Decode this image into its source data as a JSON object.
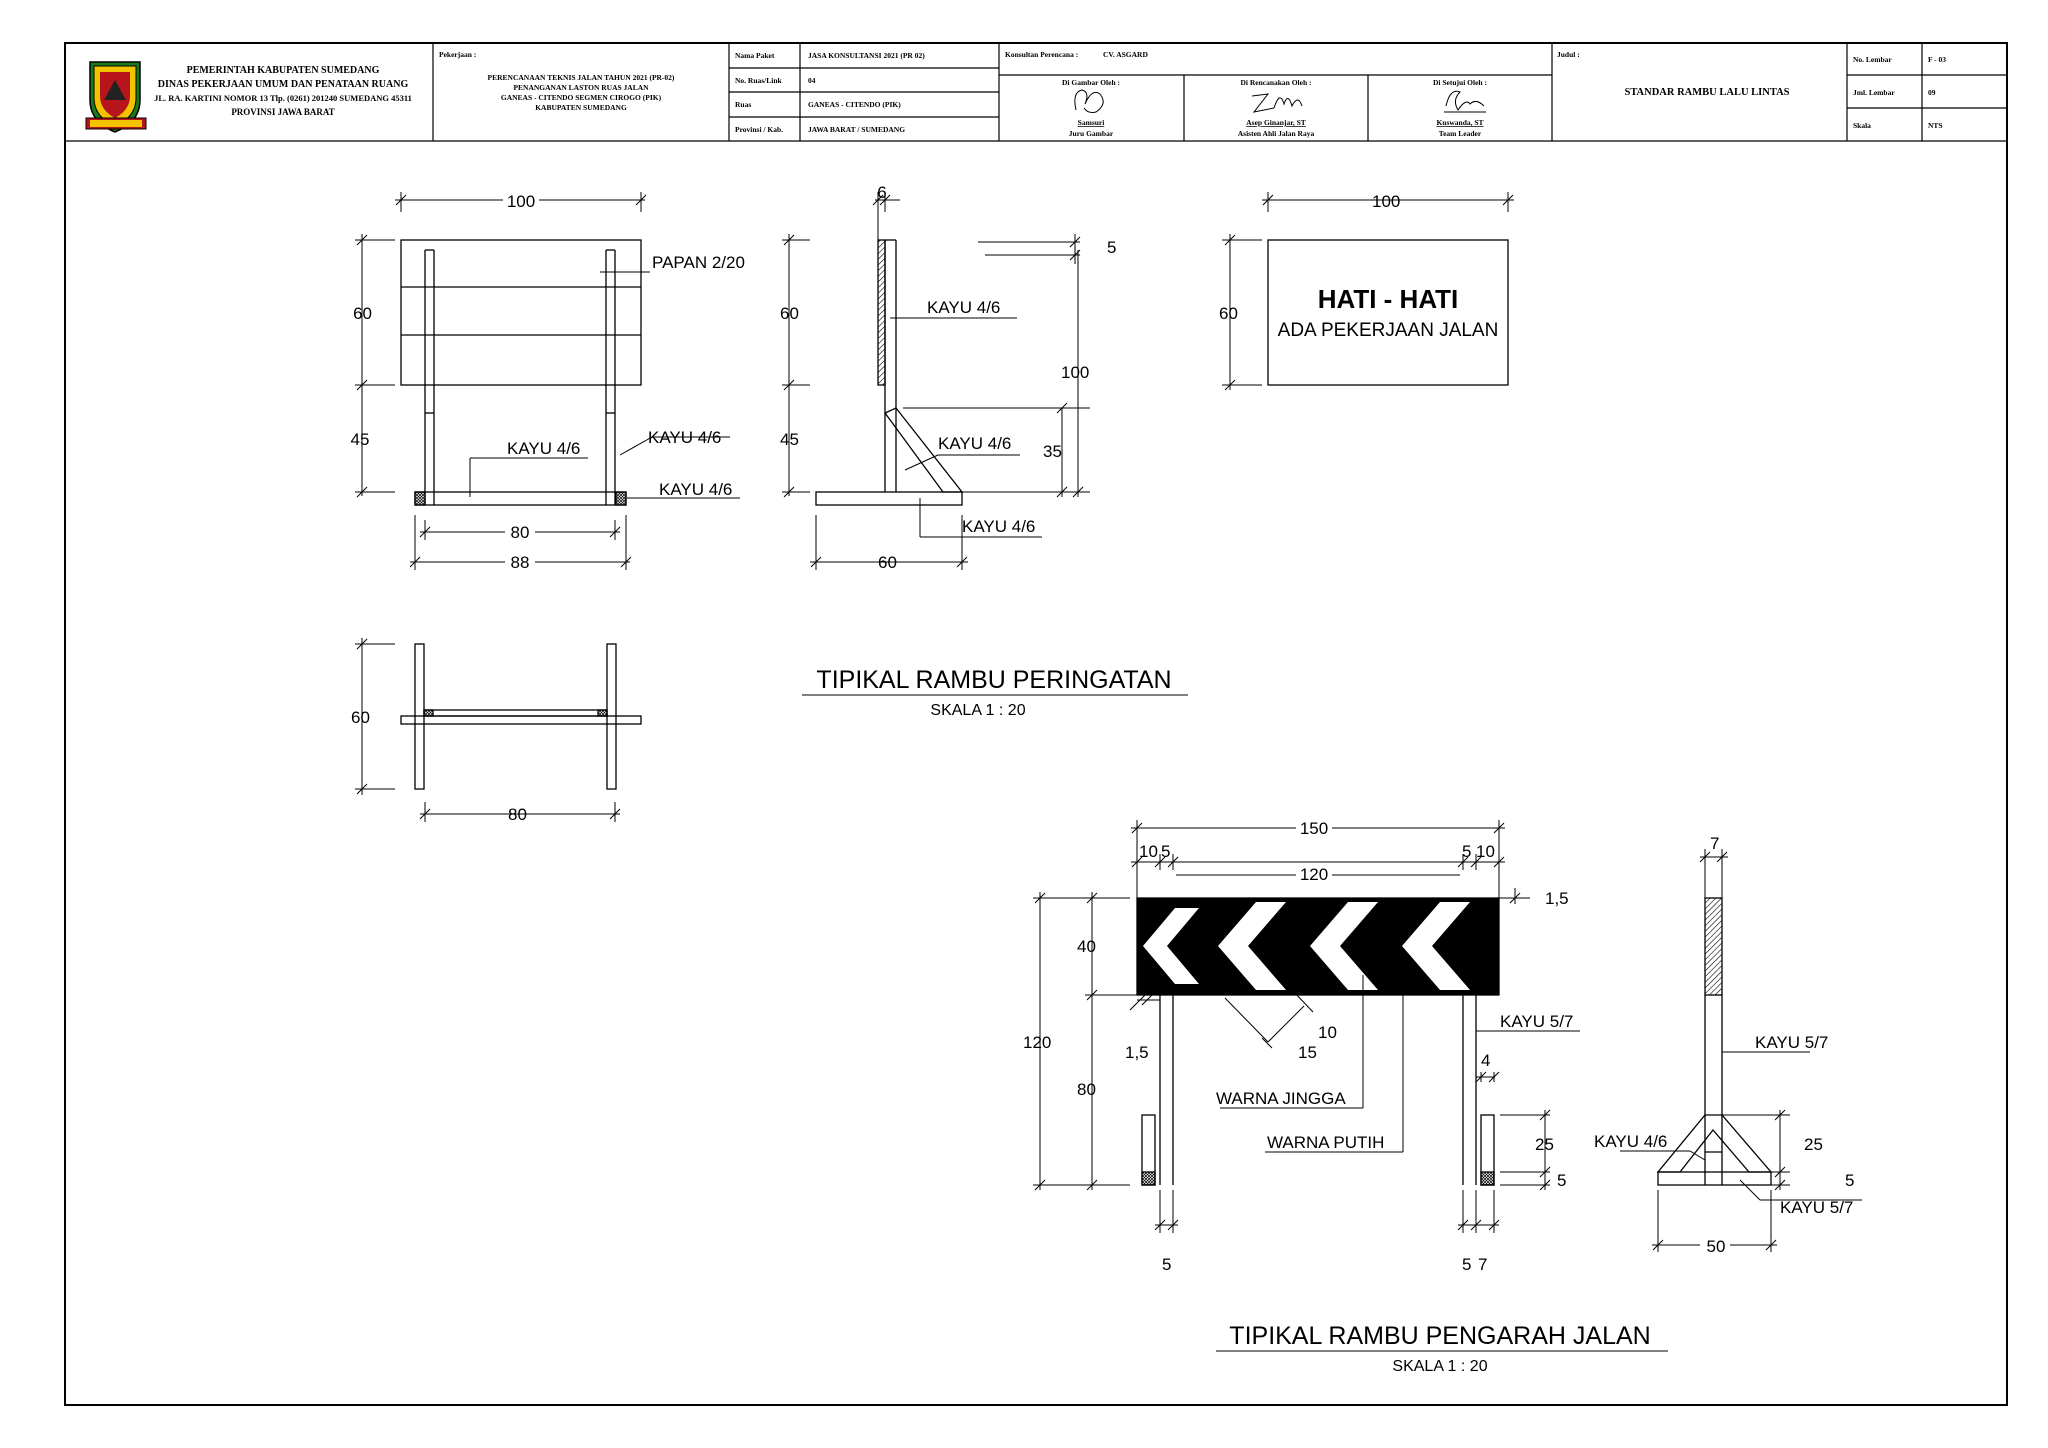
{
  "title_block": {
    "agency": {
      "line1": "PEMERINTAH KABUPATEN SUMEDANG",
      "line2": "DINAS PEKERJAAN UMUM DAN PENATAAN RUANG",
      "line3": "JL. RA. KARTINI NOMOR 13 Tlp. (0261) 201240 SUMEDANG 45311",
      "line4": "PROVINSI JAWA BARAT"
    },
    "pekerjaan": {
      "label": "Pekerjaan :",
      "line1": "PERENCANAAN TEKNIS JALAN TAHUN 2021 (PR-02)",
      "line2": "PENANGANAN LASTON RUAS JALAN",
      "line3": "GANEAS - CITENDO SEGMEN CIROGO (PIK)",
      "line4": "KABUPATEN SUMEDANG"
    },
    "info": [
      {
        "label": "Nama Paket",
        "value": "JASA KONSULTANSI 2021 (PR 02)"
      },
      {
        "label": "No. Ruas/Link",
        "value": "04"
      },
      {
        "label": "Ruas",
        "value": "GANEAS - CITENDO (PIK)"
      },
      {
        "label": "Provinsi / Kab.",
        "value": "JAWA BARAT / SUMEDANG"
      }
    ],
    "konsultan": {
      "label": "Konsultan Perencana :",
      "value": "CV. ASGARD"
    },
    "signatures": [
      {
        "heading": "Di Gambar Oleh :",
        "name": "Samsuri",
        "role": "Juru Gambar"
      },
      {
        "heading": "Di Rencanakan Oleh :",
        "name": "Asep Ginanjar, ST",
        "role": "Asisten Ahli Jalan Raya"
      },
      {
        "heading": "Di Setujui Oleh :",
        "name": "Kuswanda, ST",
        "role": "Team Leader"
      }
    ],
    "judul": {
      "label": "Judul :",
      "value": "STANDAR RAMBU LALU LINTAS"
    },
    "sheet_info": [
      {
        "label": "No. Lembar",
        "value": "F - 03"
      },
      {
        "label": "Jml. Lembar",
        "value": "09"
      },
      {
        "label": "Skala",
        "value": "NTS"
      }
    ]
  },
  "drawing1": {
    "title": "TIPIKAL RAMBU PERINGATAN",
    "scale": "SKALA 1 : 20",
    "front": {
      "dims": {
        "width_top": "100",
        "height_board": "60",
        "height_leg": "45",
        "width_inner": "80",
        "width_total": "88"
      },
      "labels": {
        "board": "PAPAN 2/20",
        "post": "KAYU 4/6",
        "base_beam": "KAYU 4/6",
        "base_end": "KAYU 4/6"
      }
    },
    "side": {
      "dims": {
        "thickness": "6",
        "top_offset": "5",
        "height_board": "60",
        "height_leg": "45",
        "total_height": "100",
        "brace_height": "35",
        "base_length": "60"
      },
      "labels": {
        "post": "KAYU 4/6",
        "brace": "KAYU 4/6",
        "base": "KAYU 4/6"
      }
    },
    "sign_face": {
      "width": "100",
      "height": "60",
      "text_main": "HATI - HATI",
      "text_sub": "ADA PEKERJAAN JALAN"
    },
    "plan": {
      "depth": "60",
      "width": "80"
    }
  },
  "drawing2": {
    "title": "TIPIKAL RAMBU PENGARAH JALAN",
    "scale": "SKALA 1 : 20",
    "front": {
      "dims": {
        "total_width": "150",
        "inner_width": "120",
        "left_10": "10",
        "left_5": "5",
        "right_5": "5",
        "right_10": "10",
        "top_gap": "1,5",
        "board_height": "40",
        "total_height": "120",
        "leg_height": "80",
        "left_gap": "1,5",
        "chevron_10": "10",
        "chevron_15": "15",
        "post_4": "4",
        "foot_25": "25",
        "foot_5": "5",
        "bottom_left_5": "5",
        "bottom_right_5": "5",
        "bottom_right_7": "7"
      },
      "labels": {
        "post": "KAYU 5/7",
        "orange": "WARNA JINGGA",
        "white": "WARNA PUTIH"
      }
    },
    "side": {
      "dims": {
        "thickness": "7",
        "foot_25": "25",
        "foot_5": "5",
        "base_width": "50"
      },
      "labels": {
        "post": "KAYU 5/7",
        "brace": "KAYU 4/6",
        "base": "KAYU 5/7"
      }
    }
  }
}
